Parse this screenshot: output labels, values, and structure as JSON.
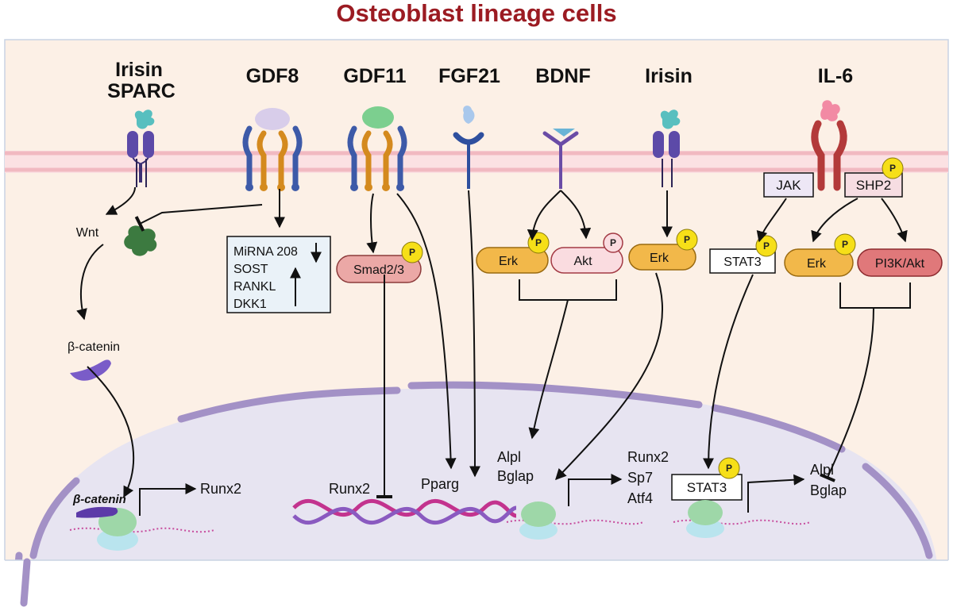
{
  "title": "Osteoblast lineage cells",
  "ligands": {
    "irisin_sparc_1": "Irisin",
    "irisin_sparc_2": "SPARC",
    "gdf8": "GDF8",
    "gdf11": "GDF11",
    "fgf21": "FGF21",
    "bdnf": "BDNF",
    "irisin": "Irisin",
    "il6": "IL-6"
  },
  "cytoplasm": {
    "wnt": "Wnt",
    "beta_catenin": "β-catenin",
    "mirna_box": [
      "MiRNA 208",
      "SOST",
      "RANKL",
      "DKK1"
    ],
    "smad": "Smad2/3",
    "erk_bdnf": "Erk",
    "akt": "Akt",
    "erk_irisin": "Erk",
    "jak": "JAK",
    "shp2": "SHP2",
    "stat3_cyto": "STAT3",
    "erk_il6": "Erk",
    "pi3k_akt": "PI3K/Akt",
    "phospho": "P"
  },
  "nucleus": {
    "beta_catenin": "β-catenin",
    "runx2_wnt": "Runx2",
    "runx2_gdf11": "Runx2",
    "pparg": "Pparg",
    "alpl_1": "Alpl",
    "bglap_1": "Bglap",
    "runx2_irisin": "Runx2",
    "sp7": "Sp7",
    "atf4": "Atf4",
    "stat3": "STAT3",
    "alpl_2": "Alpl",
    "bglap_2": "Bglap"
  },
  "colors": {
    "title": "#9b1b22",
    "background": "#fcf0e6",
    "membrane": "#f3c5cc",
    "nucleus": "#e7e4f1",
    "nuclear_envelope": "#a391c6",
    "erk": "#f2b84a",
    "akt": "#fadce0",
    "smad": "#eba8a6",
    "pi3k": "#e0787a",
    "phospho": "#f6df18",
    "wnt": "#3c7a40",
    "beta_catenin": "#7a5cc8"
  }
}
